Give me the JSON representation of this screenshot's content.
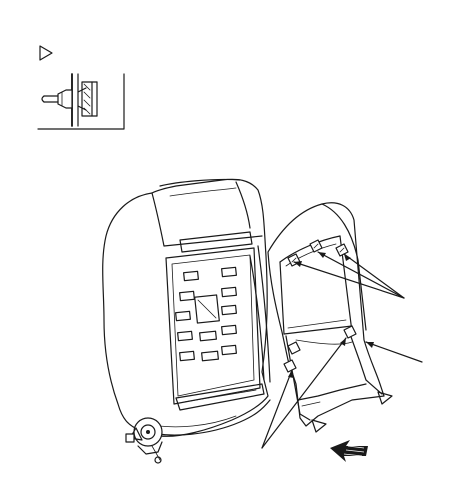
{
  "diagram": {
    "legend_symbol": "triangle-marker-icon",
    "detail_view": "clip-fastener-detail",
    "main_view": "seat-back-cover-removal",
    "colors": {
      "line": "#1a1a1a",
      "background": "#ffffff"
    },
    "callouts": [
      {
        "name": "upper-clips-callout",
        "leaders": 3
      },
      {
        "name": "side-edge-callout",
        "leaders": 1
      },
      {
        "name": "lower-clips-callout",
        "leaders": 2
      }
    ],
    "markers": {
      "triangle_markers": 2,
      "direction_arrow": "front-direction-arrow"
    }
  }
}
